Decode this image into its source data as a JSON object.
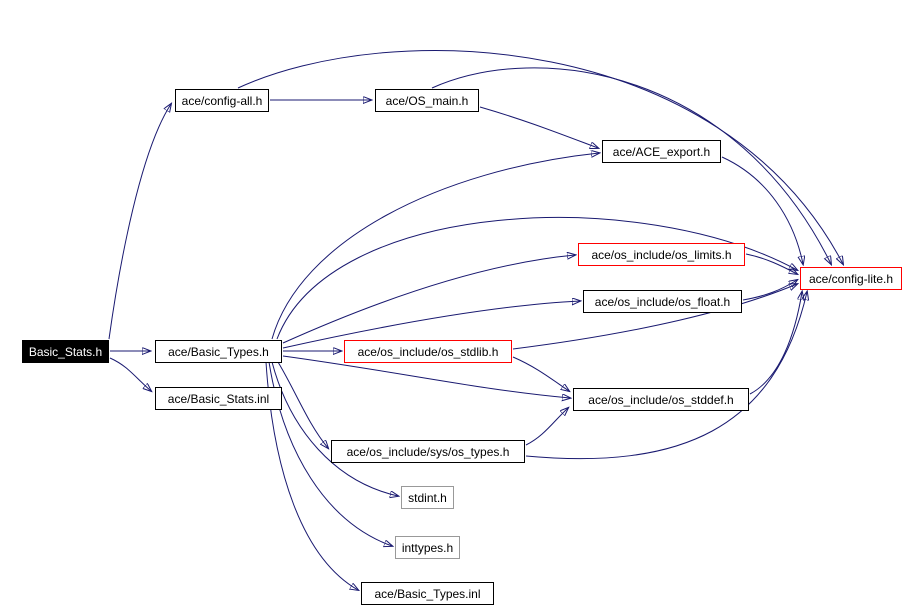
{
  "diagram": {
    "kind": "include-dependency-graph",
    "colors": {
      "edge": "#191970",
      "node_border": "#000000",
      "linked_node_border": "#ff0000",
      "external_node_border": "#999999",
      "root_node_bg": "#000000",
      "root_node_text": "#ffffff"
    },
    "nodes": [
      {
        "id": "basic-stats-h",
        "label": "Basic_Stats.h",
        "style": "root"
      },
      {
        "id": "config-all-h",
        "label": "ace/config-all.h",
        "style": "plain"
      },
      {
        "id": "os-main-h",
        "label": "ace/OS_main.h",
        "style": "plain"
      },
      {
        "id": "ace-export-h",
        "label": "ace/ACE_export.h",
        "style": "plain"
      },
      {
        "id": "os-limits-h",
        "label": "ace/os_include/os_limits.h",
        "style": "red"
      },
      {
        "id": "os-float-h",
        "label": "ace/os_include/os_float.h",
        "style": "plain"
      },
      {
        "id": "basic-types-h",
        "label": "ace/Basic_Types.h",
        "style": "plain"
      },
      {
        "id": "os-stdlib-h",
        "label": "ace/os_include/os_stdlib.h",
        "style": "red"
      },
      {
        "id": "basic-stats-inl",
        "label": "ace/Basic_Stats.inl",
        "style": "plain"
      },
      {
        "id": "os-stddef-h",
        "label": "ace/os_include/os_stddef.h",
        "style": "plain"
      },
      {
        "id": "sys-os-types-h",
        "label": "ace/os_include/sys/os_types.h",
        "style": "plain"
      },
      {
        "id": "stdint-h",
        "label": "stdint.h",
        "style": "grey"
      },
      {
        "id": "inttypes-h",
        "label": "inttypes.h",
        "style": "grey"
      },
      {
        "id": "basic-types-inl",
        "label": "ace/Basic_Types.inl",
        "style": "plain"
      },
      {
        "id": "config-lite-h",
        "label": "ace/config-lite.h",
        "style": "red"
      }
    ],
    "edges": [
      {
        "from": "basic-stats-h",
        "to": "config-all-h"
      },
      {
        "from": "basic-stats-h",
        "to": "basic-types-h"
      },
      {
        "from": "basic-stats-h",
        "to": "basic-stats-inl"
      },
      {
        "from": "config-all-h",
        "to": "os-main-h"
      },
      {
        "from": "config-all-h",
        "to": "config-lite-h"
      },
      {
        "from": "os-main-h",
        "to": "ace-export-h"
      },
      {
        "from": "os-main-h",
        "to": "config-lite-h"
      },
      {
        "from": "ace-export-h",
        "to": "config-lite-h"
      },
      {
        "from": "basic-types-h",
        "to": "ace-export-h"
      },
      {
        "from": "basic-types-h",
        "to": "os-limits-h"
      },
      {
        "from": "basic-types-h",
        "to": "os-float-h"
      },
      {
        "from": "basic-types-h",
        "to": "os-stdlib-h"
      },
      {
        "from": "basic-types-h",
        "to": "os-stddef-h"
      },
      {
        "from": "basic-types-h",
        "to": "sys-os-types-h"
      },
      {
        "from": "basic-types-h",
        "to": "stdint-h"
      },
      {
        "from": "basic-types-h",
        "to": "inttypes-h"
      },
      {
        "from": "basic-types-h",
        "to": "basic-types-inl"
      },
      {
        "from": "basic-types-h",
        "to": "config-lite-h"
      },
      {
        "from": "os-limits-h",
        "to": "config-lite-h"
      },
      {
        "from": "os-float-h",
        "to": "config-lite-h"
      },
      {
        "from": "os-stdlib-h",
        "to": "os-stddef-h"
      },
      {
        "from": "os-stdlib-h",
        "to": "config-lite-h"
      },
      {
        "from": "os-stddef-h",
        "to": "config-lite-h"
      },
      {
        "from": "sys-os-types-h",
        "to": "os-stddef-h"
      },
      {
        "from": "sys-os-types-h",
        "to": "config-lite-h"
      }
    ]
  }
}
